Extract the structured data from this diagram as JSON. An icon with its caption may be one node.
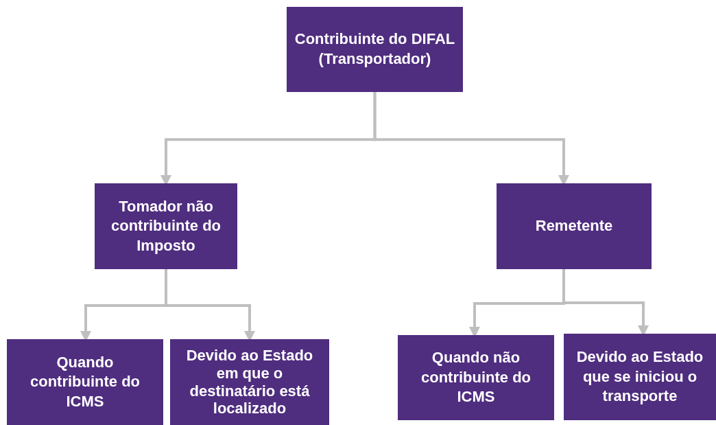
{
  "diagram": {
    "nodes": [
      {
        "text": [
          "Contribuinte do DIFAL (Transportador)"
        ]
      },
      {
        "text": [
          "Tomador não contribuinte do Imposto"
        ]
      },
      {
        "text": [
          "Remetente"
        ]
      },
      {
        "text": [
          "Quando contribuinte do ICMS"
        ]
      },
      {
        "text": [
          "Devido ao Estado em que o destinatário está localizado"
        ]
      },
      {
        "text": [
          "Quando não contribuinte do ICMS"
        ]
      },
      {
        "text": [
          "Devido ao Estado que se iniciou o transporte"
        ]
      }
    ],
    "edges": [
      {
        "from": 0,
        "to": 1,
        "arrow": "to"
      },
      {
        "from": 0,
        "to": 2,
        "arrow": "to"
      },
      {
        "from": 1,
        "to": 3,
        "arrow": "to"
      },
      {
        "from": 1,
        "to": 4,
        "arrow": "to"
      },
      {
        "from": 2,
        "to": 5,
        "arrow": "to"
      },
      {
        "from": 2,
        "to": 6,
        "arrow": "to"
      }
    ]
  }
}
